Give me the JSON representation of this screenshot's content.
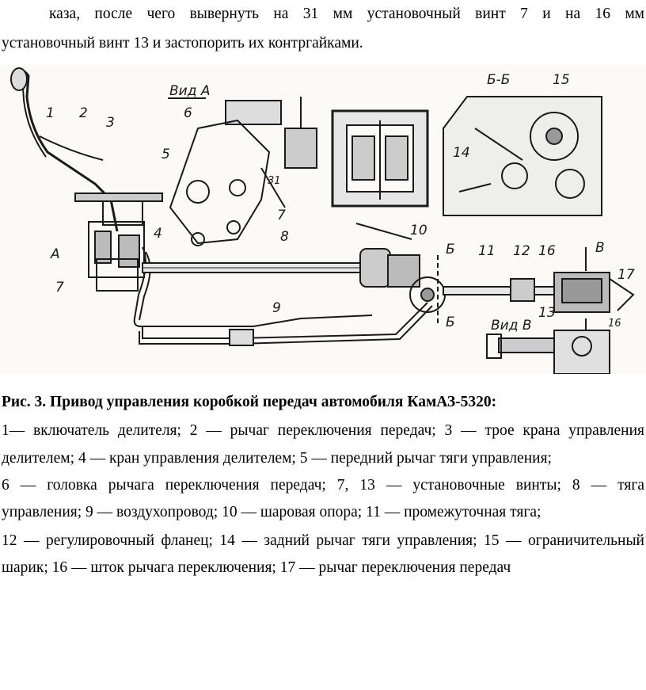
{
  "intro": {
    "line1": "каза, после чего вывернуть на 31 мм установочный винт 7 и на 16 мм",
    "line2": "установочный винт 13 и застопорить их контргайками."
  },
  "figure": {
    "view_a": "Вид А",
    "view_b": "Б-Б",
    "view_v": "Вид В",
    "section_b_top": "Б",
    "section_b_bottom": "Б",
    "arrow_a": "А",
    "arrow_v": "В",
    "dim_31": "31",
    "dim_16": "16",
    "labels": [
      "1",
      "2",
      "3",
      "4",
      "5",
      "6",
      "7",
      "7",
      "8",
      "9",
      "10",
      "11",
      "12",
      "13",
      "14",
      "15",
      "16",
      "17"
    ]
  },
  "caption": {
    "title": "Рис. 3. Привод управления коробкой передач автомобиля КамАЗ-5320:",
    "lines": [
      "1— включатель делителя; 2 — рычаг переключения передач; 3 — трое крана управления",
      "делителем; 4 — кран управления делителем; 5 — передний рычаг тяги управления;",
      "6 — головка рычага переключения передач; 7, 13 — установочные винты; 8 — тяга",
      "управления; 9 — воздухопровод; 10 — шаровая опора; 11 — промежуточная тяга;",
      "12 — регулировочный фланец; 14 — задний рычаг тяги управления; 15 — ограничительный",
      "шарик; 16 — шток рычага переключения; 17 — рычаг переключения передач"
    ]
  }
}
